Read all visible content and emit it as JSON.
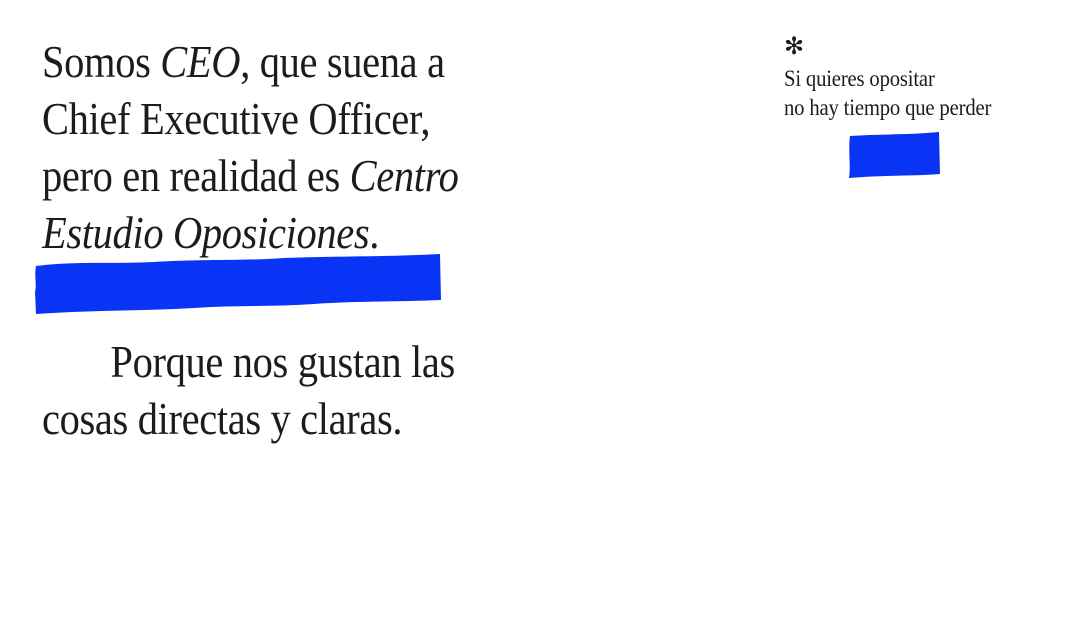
{
  "headline": {
    "l1_pre": "Somos ",
    "l1_em": "CEO",
    "l1_post": ", que suena a",
    "l2": "Chief Executive Officer,",
    "l3_pre": "pero en realidad es ",
    "l3_em": "Centro",
    "l4_em": "Estudio Oposiciones",
    "l4_post": "."
  },
  "sub": {
    "l1": "Porque nos gustan las",
    "l2": "cosas directas y claras."
  },
  "aside": {
    "asterisk": "✻",
    "l1": "Si quieres opositar",
    "l2": "no hay tiempo que perder"
  },
  "colors": {
    "accent": "#0a34f5",
    "text": "#1c1c1c",
    "background": "#ffffff"
  },
  "icons": {
    "aside_marker": "asterisk-icon"
  }
}
